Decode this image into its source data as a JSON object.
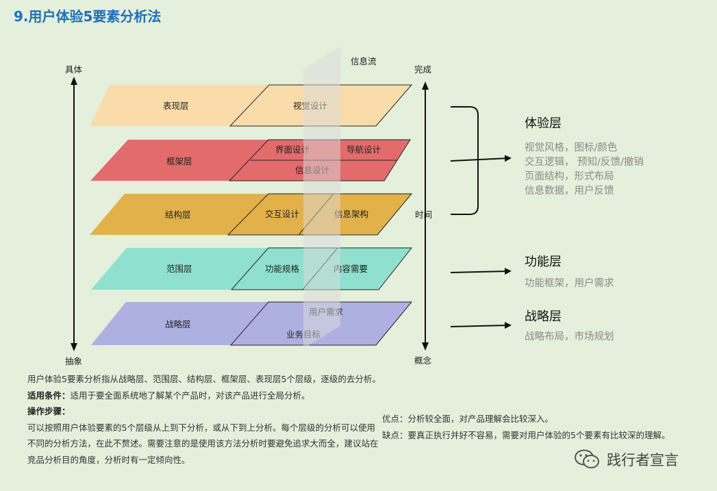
{
  "title": "9.用户体验5要素分析法",
  "axis_left": {
    "top": "具体",
    "bottom": "抽象"
  },
  "axis_right": {
    "top": "完成",
    "middle": "时间",
    "bottom": "概念"
  },
  "info_flow": "信息流",
  "layers": [
    {
      "name": "表现层",
      "color": "#f9dcaa",
      "items": [
        "视觉设计"
      ]
    },
    {
      "name": "框架层",
      "color": "#e36b6c",
      "items": [
        "界面设计",
        "导航设计",
        "信息设计"
      ]
    },
    {
      "name": "结构层",
      "color": "#e2b14a",
      "items": [
        "交互设计",
        "信息架构"
      ]
    },
    {
      "name": "范围层",
      "color": "#8fe0cf",
      "items": [
        "功能规格",
        "内容需要"
      ]
    },
    {
      "name": "战略层",
      "color": "#aeb0e2",
      "items": [
        "用户需求",
        "业务目标"
      ]
    }
  ],
  "groups": [
    {
      "title": "体验层",
      "desc": [
        "视觉风格，图标/颜色",
        "交互逻辑， 预知/反馈/撤销",
        "页面结构，形式布局",
        "信息数据，用户反馈"
      ]
    },
    {
      "title": "功能层",
      "desc": [
        "功能框架，用户需求"
      ]
    },
    {
      "title": "战略层",
      "desc": [
        "战略布局，市场规划"
      ]
    }
  ],
  "description": {
    "intro": "用户体验5要素分析指从战略层、范围层、结构层、框架层、表现层5个层级，逐级的去分析。",
    "cond_label": "适用条件：",
    "cond_text": "适用于要全面系统地了解某个产品时，对该产品进行全局分析。",
    "steps_label": "操作步骤：",
    "steps_text": "可以按照用户体验要素的5个层级从上到下分析，或从下到上分析。每个层级的分析可以使用不同的分析方法，在此不赘述。需要注意的是使用该方法分析时要避免追求大而全，建议站在竞品分析目的角度，分析时有一定倾向性。"
  },
  "pros": "优点：分析较全面，对产品理解会比较深入。",
  "cons": "缺点：要真正执行并好不容易，需要对用户体验的5个要素有比较深的理解。",
  "watermark": "践行者宣言"
}
